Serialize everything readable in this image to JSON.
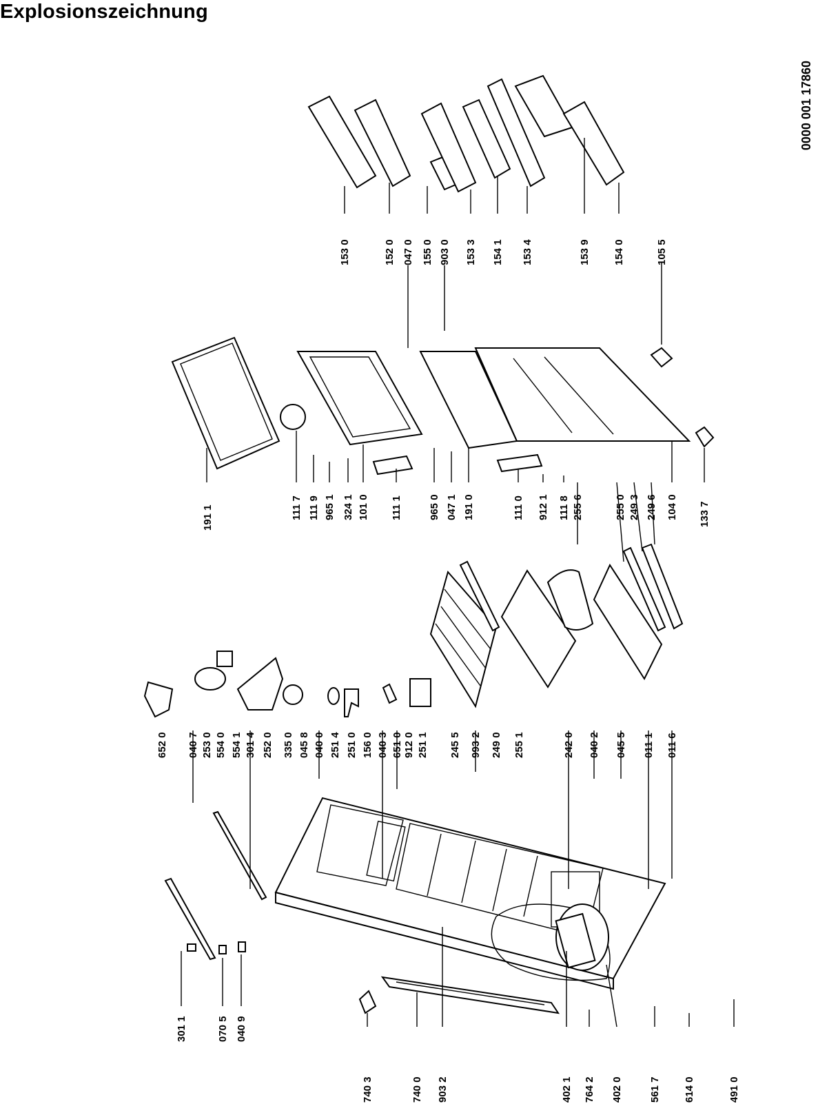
{
  "title": "Explosionszeichnung",
  "document_number": "0000 001 17860",
  "callouts": [
    {
      "id": "3011",
      "label": "301 1"
    },
    {
      "id": "0705",
      "label": "070 5"
    },
    {
      "id": "0409",
      "label": "040 9"
    },
    {
      "id": "7403",
      "label": "740 3"
    },
    {
      "id": "7400",
      "label": "740 0"
    },
    {
      "id": "9032a",
      "label": "903 2"
    },
    {
      "id": "4021",
      "label": "402 1"
    },
    {
      "id": "7642",
      "label": "764 2"
    },
    {
      "id": "4020",
      "label": "402 0"
    },
    {
      "id": "5617",
      "label": "561 7"
    },
    {
      "id": "6140",
      "label": "614 0"
    },
    {
      "id": "4910",
      "label": "491 0"
    },
    {
      "id": "6520",
      "label": "652 0"
    },
    {
      "id": "0407",
      "label": "040 7"
    },
    {
      "id": "2530",
      "label": "253 0"
    },
    {
      "id": "5540",
      "label": "554 0"
    },
    {
      "id": "5541",
      "label": "554 1"
    },
    {
      "id": "3014",
      "label": "301 4"
    },
    {
      "id": "2520",
      "label": "252 0"
    },
    {
      "id": "3350",
      "label": "335 0"
    },
    {
      "id": "0458",
      "label": "045 8"
    },
    {
      "id": "0400",
      "label": "040 0"
    },
    {
      "id": "2514",
      "label": "251 4"
    },
    {
      "id": "2510",
      "label": "251 0"
    },
    {
      "id": "1560",
      "label": "156 0"
    },
    {
      "id": "0403",
      "label": "040 3"
    },
    {
      "id": "6510",
      "label": "651 0"
    },
    {
      "id": "9120",
      "label": "912 0"
    },
    {
      "id": "2511",
      "label": "251 1"
    },
    {
      "id": "2455",
      "label": "245 5"
    },
    {
      "id": "9932",
      "label": "993 2"
    },
    {
      "id": "2490",
      "label": "249 0"
    },
    {
      "id": "2551",
      "label": "255 1"
    },
    {
      "id": "2420",
      "label": "242 0"
    },
    {
      "id": "0402",
      "label": "040 2"
    },
    {
      "id": "0455",
      "label": "045 5"
    },
    {
      "id": "0111",
      "label": "011 1"
    },
    {
      "id": "0116",
      "label": "011 6"
    },
    {
      "id": "1911",
      "label": "191 1"
    },
    {
      "id": "1117",
      "label": "111 7"
    },
    {
      "id": "1119",
      "label": "111 9"
    },
    {
      "id": "9651",
      "label": "965 1"
    },
    {
      "id": "3241",
      "label": "324 1"
    },
    {
      "id": "1010",
      "label": "101 0"
    },
    {
      "id": "1111",
      "label": "111 1"
    },
    {
      "id": "9650",
      "label": "965 0"
    },
    {
      "id": "0471",
      "label": "047 1"
    },
    {
      "id": "1910",
      "label": "191 0"
    },
    {
      "id": "1110",
      "label": "111 0"
    },
    {
      "id": "9121",
      "label": "912 1"
    },
    {
      "id": "1118",
      "label": "111 8"
    },
    {
      "id": "2556",
      "label": "255 6"
    },
    {
      "id": "2550",
      "label": "255 0"
    },
    {
      "id": "2493",
      "label": "249 3"
    },
    {
      "id": "2496",
      "label": "249 6"
    },
    {
      "id": "1040",
      "label": "104 0"
    },
    {
      "id": "1337",
      "label": "133 7"
    },
    {
      "id": "1530",
      "label": "153 0"
    },
    {
      "id": "1520",
      "label": "152 0"
    },
    {
      "id": "0470",
      "label": "047 0"
    },
    {
      "id": "1550",
      "label": "155 0"
    },
    {
      "id": "9030",
      "label": "903 0"
    },
    {
      "id": "1533",
      "label": "153 3"
    },
    {
      "id": "1541",
      "label": "154 1"
    },
    {
      "id": "1534",
      "label": "153 4"
    },
    {
      "id": "1539",
      "label": "153 9"
    },
    {
      "id": "1540",
      "label": "154 0"
    },
    {
      "id": "1055",
      "label": "105 5"
    }
  ]
}
